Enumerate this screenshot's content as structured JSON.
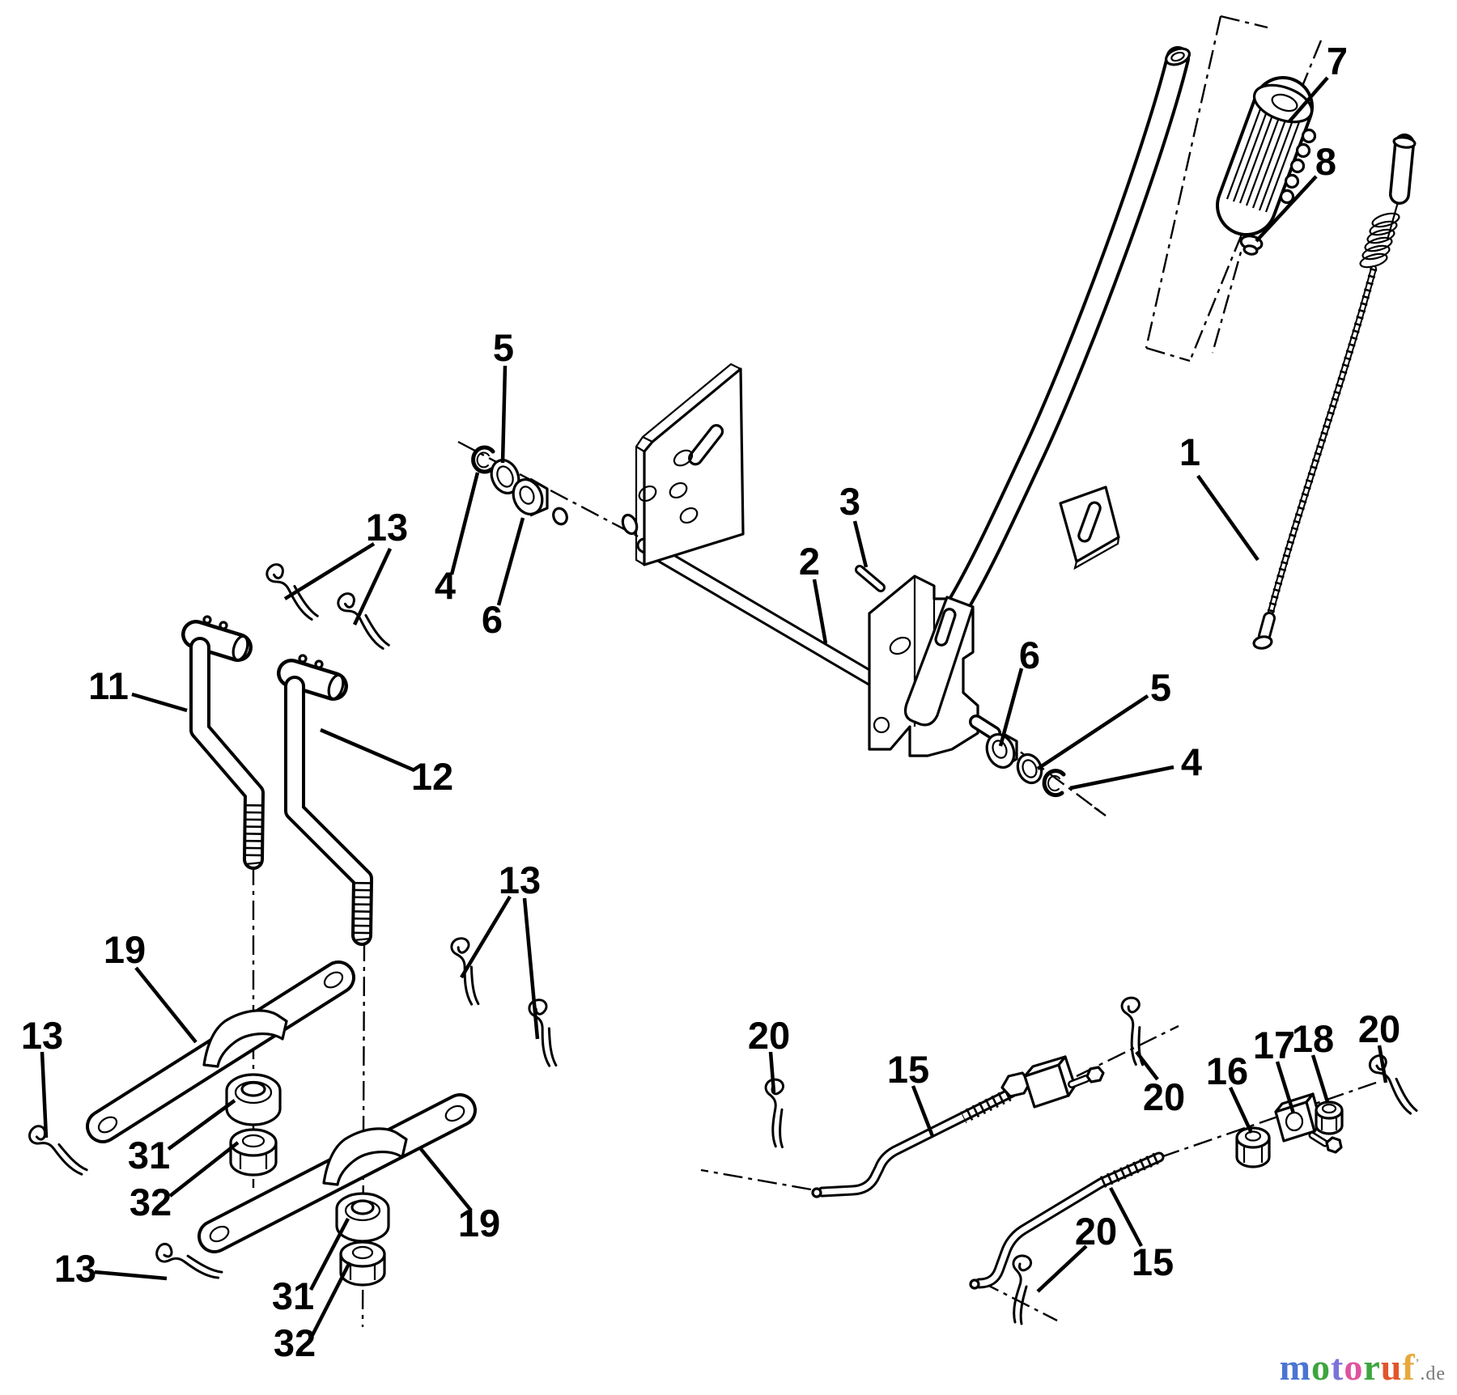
{
  "diagram": {
    "kind": "exploded-parts-diagram",
    "background_color": "#ffffff",
    "line_color": "#000000"
  },
  "callouts": [
    {
      "ref": "cable",
      "label": "1"
    },
    {
      "ref": "lift-shaft",
      "label": "2"
    },
    {
      "ref": "roll-pin",
      "label": "3"
    },
    {
      "ref": "retaining-ring-left",
      "label": "4"
    },
    {
      "ref": "washer-left",
      "label": "5"
    },
    {
      "ref": "bushing-left",
      "label": "6"
    },
    {
      "ref": "retaining-ring-right",
      "label": "4"
    },
    {
      "ref": "washer-right",
      "label": "5"
    },
    {
      "ref": "bushing-right",
      "label": "6"
    },
    {
      "ref": "grip",
      "label": "7"
    },
    {
      "ref": "button",
      "label": "8"
    },
    {
      "ref": "lift-arm-left",
      "label": "11"
    },
    {
      "ref": "lift-arm-right",
      "label": "12"
    },
    {
      "ref": "hairpin-top-pair",
      "label": "13"
    },
    {
      "ref": "hairpin-mid-pair",
      "label": "13"
    },
    {
      "ref": "hairpin-far-left",
      "label": "13"
    },
    {
      "ref": "hairpin-bottom-left",
      "label": "13"
    },
    {
      "ref": "lift-rod-upper",
      "label": "15"
    },
    {
      "ref": "lift-rod-lower",
      "label": "15"
    },
    {
      "ref": "jam-nut",
      "label": "16"
    },
    {
      "ref": "trunnion",
      "label": "17"
    },
    {
      "ref": "hex-nut",
      "label": "18"
    },
    {
      "ref": "lift-link-upper",
      "label": "19"
    },
    {
      "ref": "lift-link-lower",
      "label": "19"
    },
    {
      "ref": "retainer-clip-a",
      "label": "20"
    },
    {
      "ref": "retainer-clip-b",
      "label": "20"
    },
    {
      "ref": "retainer-clip-c",
      "label": "20"
    },
    {
      "ref": "retainer-clip-d",
      "label": "20"
    },
    {
      "ref": "grommet-upper",
      "label": "31"
    },
    {
      "ref": "keps-nut-upper",
      "label": "32"
    },
    {
      "ref": "grommet-lower",
      "label": "31"
    },
    {
      "ref": "keps-nut-lower",
      "label": "32"
    }
  ],
  "watermark": {
    "letters": [
      {
        "char": "m",
        "color": "#4b74d2"
      },
      {
        "char": "o",
        "color": "#3da53e"
      },
      {
        "char": "t",
        "color": "#7b74d8"
      },
      {
        "char": "o",
        "color": "#e0529e"
      },
      {
        "char": "r",
        "color": "#3da53e"
      },
      {
        "char": "u",
        "color": "#e2552b"
      },
      {
        "char": "f",
        "color": "#e8a93b"
      }
    ],
    "tm_mark": "’",
    "suffix": ".de"
  }
}
